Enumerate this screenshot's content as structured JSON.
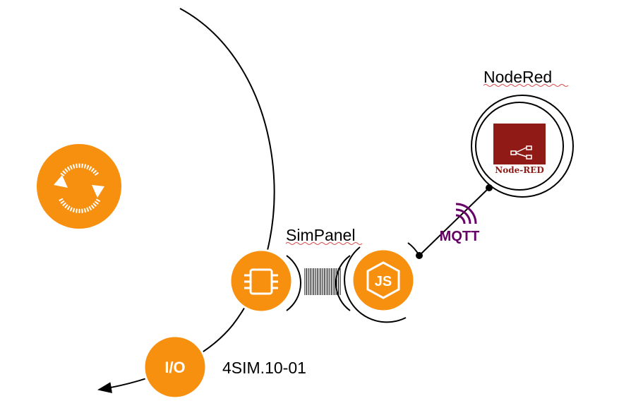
{
  "labels": {
    "nodered": "NodeRed",
    "simpanel": "SimPanel",
    "device": "4SIM.10-01",
    "io": "I/O",
    "mqtt": "MQTT",
    "nodered_logo": "Node-RED"
  },
  "colors": {
    "orange": "#f7900f",
    "nodered_red": "#8f1a16",
    "mqtt_purple": "#660066",
    "stroke": "#000000",
    "white": "#ffffff"
  },
  "icons": {
    "sync": "sync-icon",
    "chip": "chip-icon",
    "nodejs": "nodejs-icon",
    "mqtt": "mqtt-icon",
    "nodered": "node-red-logo"
  }
}
